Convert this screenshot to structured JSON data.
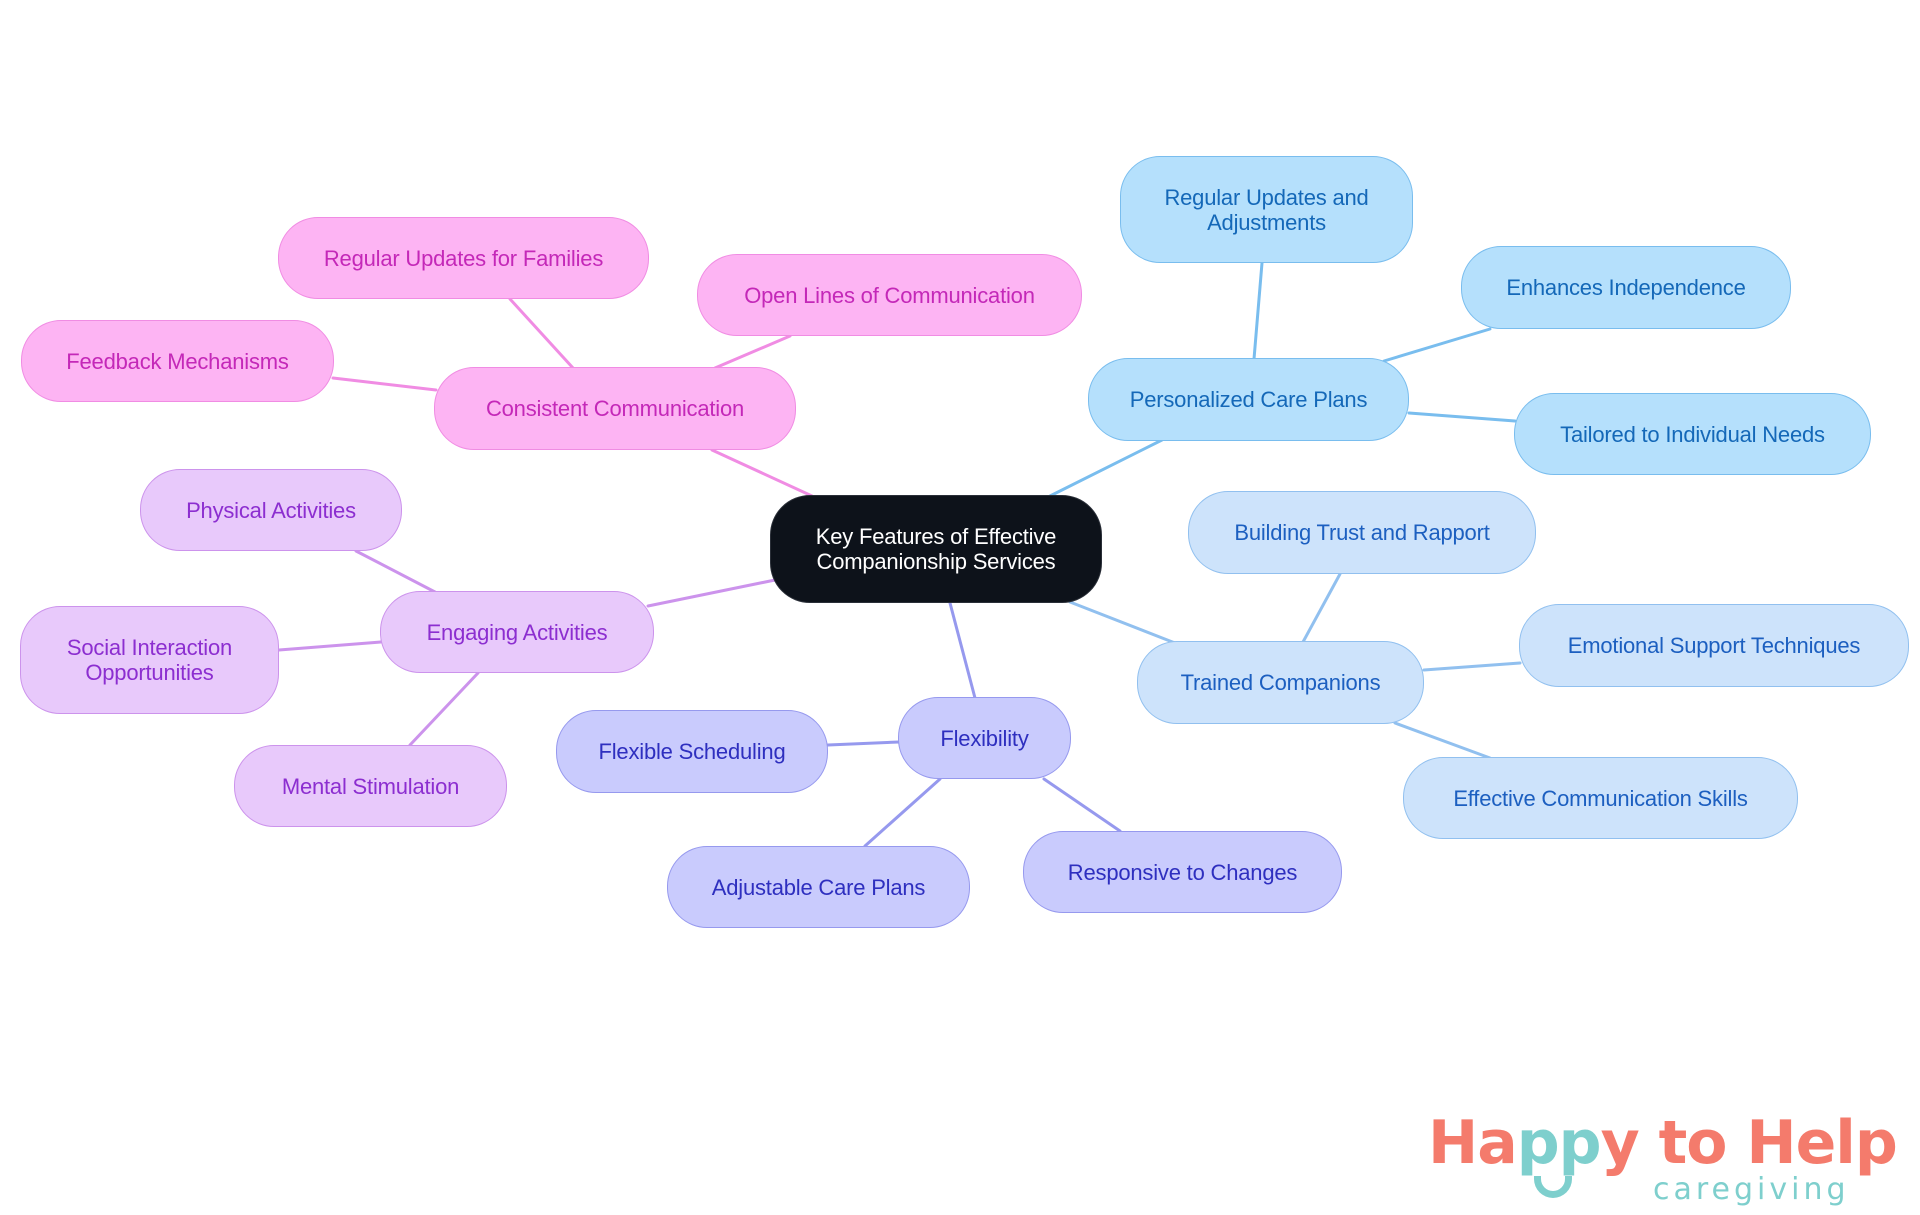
{
  "diagram": {
    "type": "mindmap",
    "root": {
      "label": "Key Features of Effective Companionship Services"
    },
    "branches": [
      {
        "label": "Consistent Communication",
        "color_fill": "#fdb4f3",
        "color_text": "#c428b8",
        "children": [
          "Regular Updates for Families",
          "Open Lines of Communication",
          "Feedback Mechanisms"
        ]
      },
      {
        "label": "Engaging Activities",
        "color_fill": "#e8c9fb",
        "color_text": "#8c2ed0",
        "children": [
          "Physical Activities",
          "Social Interaction Opportunities",
          "Mental Stimulation"
        ]
      },
      {
        "label": "Flexibility",
        "color_fill": "#c9cbfd",
        "color_text": "#2e2fbf",
        "children": [
          "Flexible Scheduling",
          "Adjustable Care Plans",
          "Responsive to Changes"
        ]
      },
      {
        "label": "Personalized Care Plans",
        "color_fill": "#b5e0fc",
        "color_text": "#1468b8",
        "children": [
          "Regular Updates and Adjustments",
          "Enhances Independence",
          "Tailored to Individual Needs"
        ]
      },
      {
        "label": "Trained Companions",
        "color_fill": "#cde3fb",
        "color_text": "#1c5fc0",
        "children": [
          "Building Trust and Rapport",
          "Emotional Support Techniques",
          "Effective Communication Skills"
        ]
      }
    ]
  },
  "logo": {
    "word1_part1": "Ha",
    "word1_part2": "pp",
    "word1_part3": "y to Help",
    "subtitle": "caregiving",
    "primary_color": "#f47b6c",
    "accent_color": "#7ecfcd"
  }
}
